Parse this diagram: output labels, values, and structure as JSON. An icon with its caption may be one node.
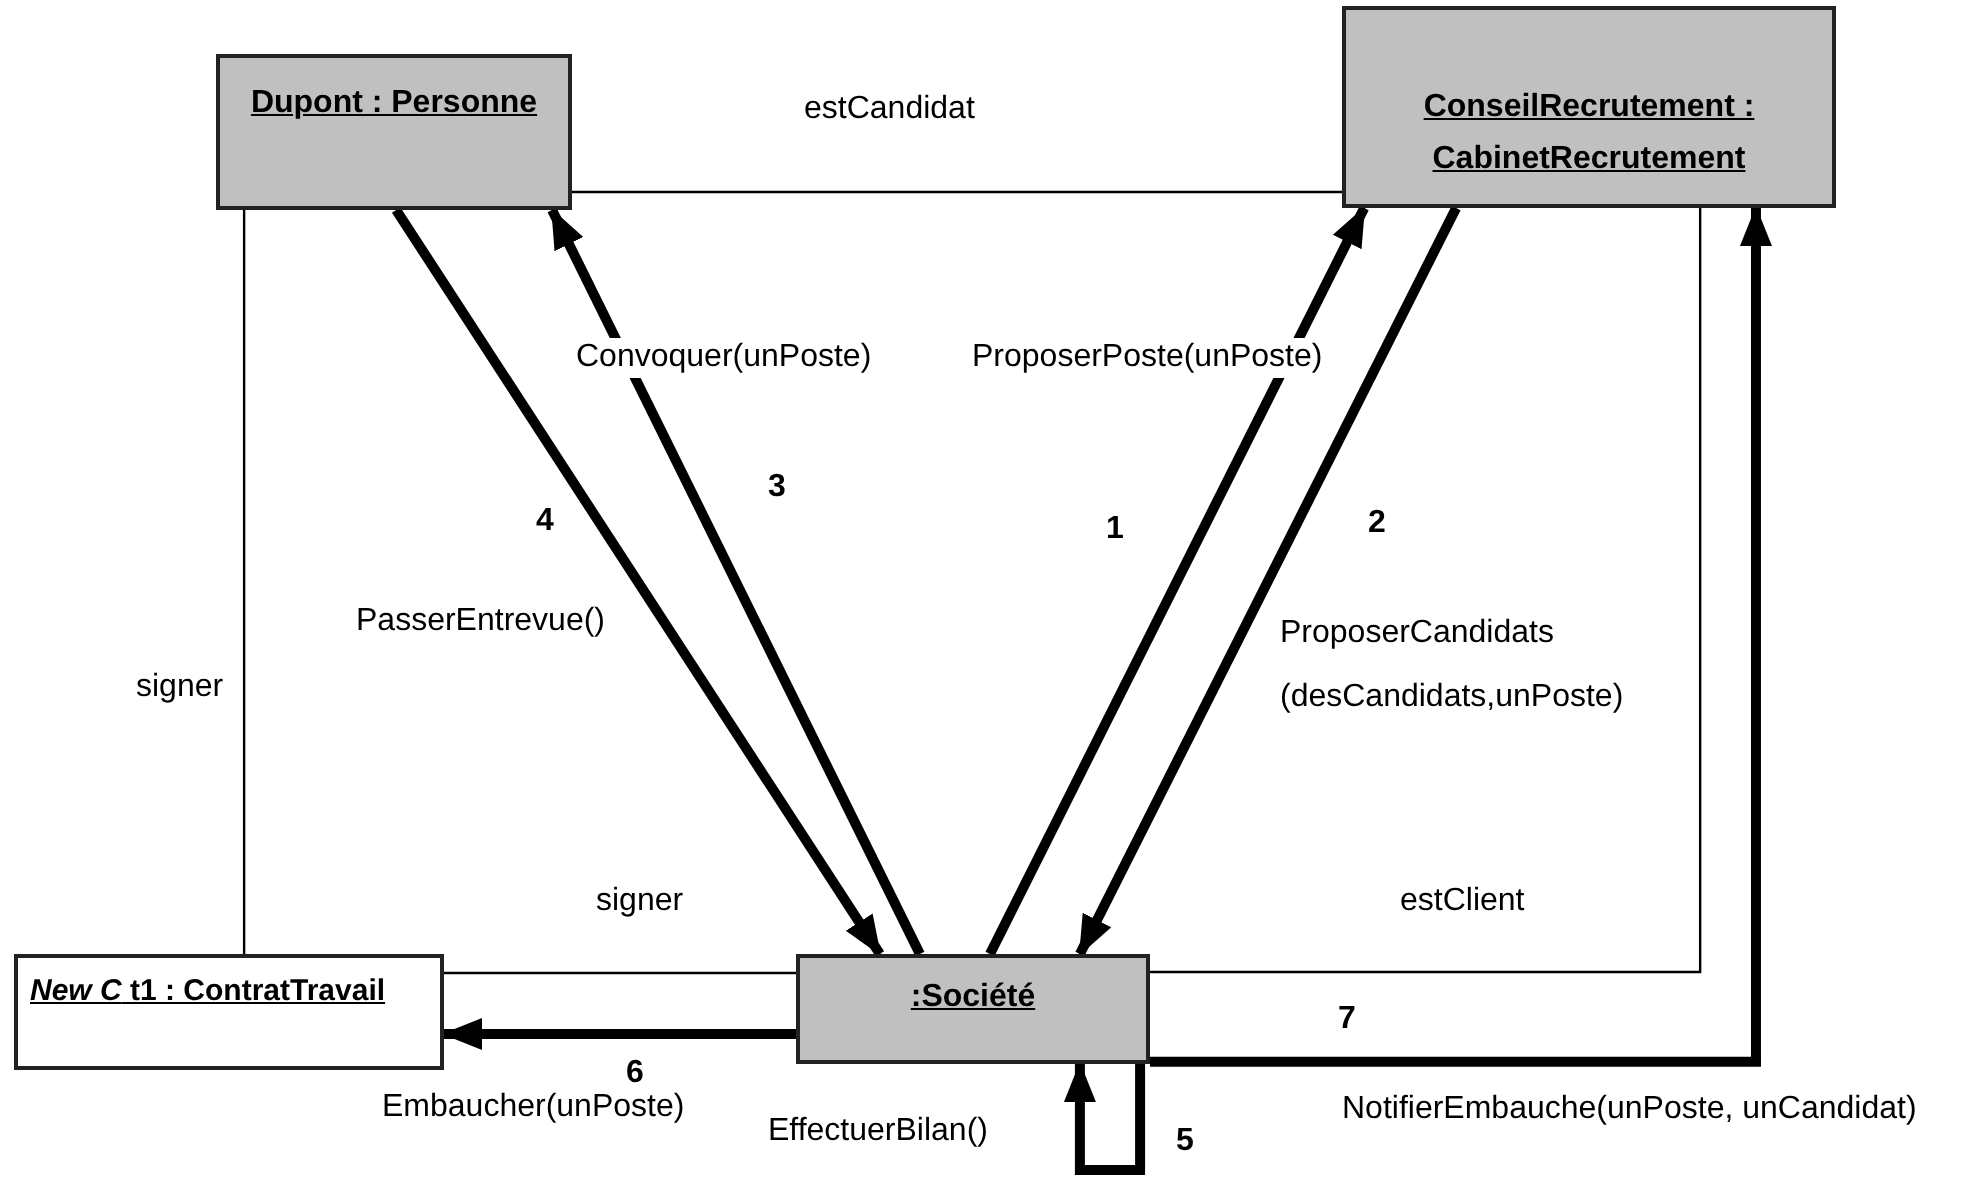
{
  "diagram": {
    "nodes": [
      {
        "text": [
          "Dupont : Personne"
        ]
      },
      {
        "text": [
          "ConseilRecrutement : CabinetRecrutement"
        ]
      },
      {
        "text": [
          "*New C* t1 : ContratTravail"
        ]
      },
      {
        "text": [
          ":Société"
        ]
      }
    ],
    "edges": [
      {
        "from": 0,
        "to": 1,
        "arrow": "none",
        "label": "estCandidat"
      },
      {
        "from": 0,
        "to": 2,
        "arrow": "none",
        "label": "signer"
      },
      {
        "from": 2,
        "to": 3,
        "arrow": "none",
        "label": "signer"
      },
      {
        "from": 3,
        "to": 1,
        "arrow": "none",
        "label": "estClient"
      },
      {
        "from": 3,
        "to": 1,
        "arrow": "to",
        "label": "ProposerPoste(unPoste)"
      },
      {
        "from": 1,
        "to": 3,
        "arrow": "to",
        "label": "ProposerCandidats (desCandidats,unPoste)"
      },
      {
        "from": 3,
        "to": 0,
        "arrow": "to",
        "label": "Convoquer(unPoste)"
      },
      {
        "from": 0,
        "to": 3,
        "arrow": "to",
        "label": "PasserEntrevue()"
      },
      {
        "from": 3,
        "to": 3,
        "arrow": "to",
        "label": "EffectuerBilan()"
      },
      {
        "from": 3,
        "to": 2,
        "arrow": "to",
        "label": "Embaucher(unPoste)"
      },
      {
        "from": 3,
        "to": 1,
        "arrow": "to",
        "label": "NotifierEmbauche(unPoste, unCandidat)"
      }
    ],
    "labels": [
      "3",
      "4",
      "2",
      "1",
      "7",
      "6",
      "5"
    ]
  }
}
